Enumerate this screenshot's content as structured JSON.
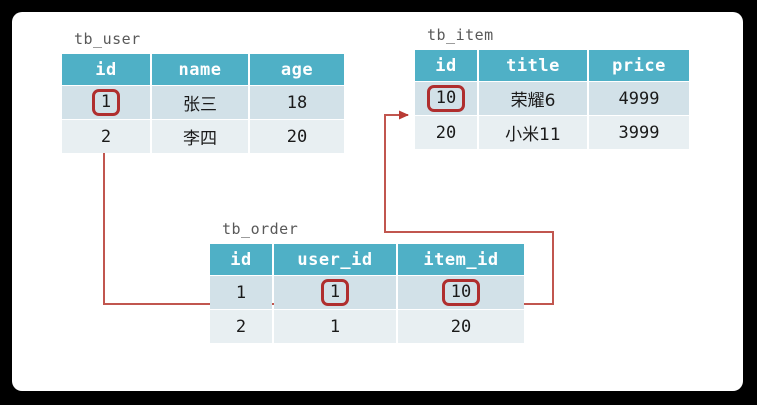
{
  "diagram": {
    "title": "database-table-relationship",
    "accent_header_color": "#4FB0C6",
    "row_color_a": "#D2E1E8",
    "row_color_b": "#E8EFF2",
    "highlight_color": "#AF2E2E",
    "link_color": "#C1564F",
    "frame_color": "#000000",
    "canvas_color": "#FFFFFF"
  },
  "tables": {
    "tb_user": {
      "name": "tb_user",
      "columns": [
        "id",
        "name",
        "age"
      ],
      "rows": [
        {
          "id": "1",
          "name": "张三",
          "age": "18"
        },
        {
          "id": "2",
          "name": "李四",
          "age": "20"
        }
      ]
    },
    "tb_item": {
      "name": "tb_item",
      "columns": [
        "id",
        "title",
        "price"
      ],
      "rows": [
        {
          "id": "10",
          "title": "荣耀6",
          "price": "4999"
        },
        {
          "id": "20",
          "title": "小米11",
          "price": "3999"
        }
      ]
    },
    "tb_order": {
      "name": "tb_order",
      "columns": [
        "id",
        "user_id",
        "item_id"
      ],
      "rows": [
        {
          "id": "1",
          "user_id": "1",
          "item_id": "10"
        },
        {
          "id": "2",
          "user_id": "1",
          "item_id": "20"
        }
      ]
    }
  },
  "highlights": {
    "user_id_value": "1",
    "item_id_value": "10",
    "order_user_id_value": "1",
    "order_item_id_value": "10"
  },
  "relations": [
    {
      "from": "tb_order.user_id=1",
      "to": "tb_user.id=1"
    },
    {
      "from": "tb_order.item_id=10",
      "to": "tb_item.id=10"
    }
  ]
}
